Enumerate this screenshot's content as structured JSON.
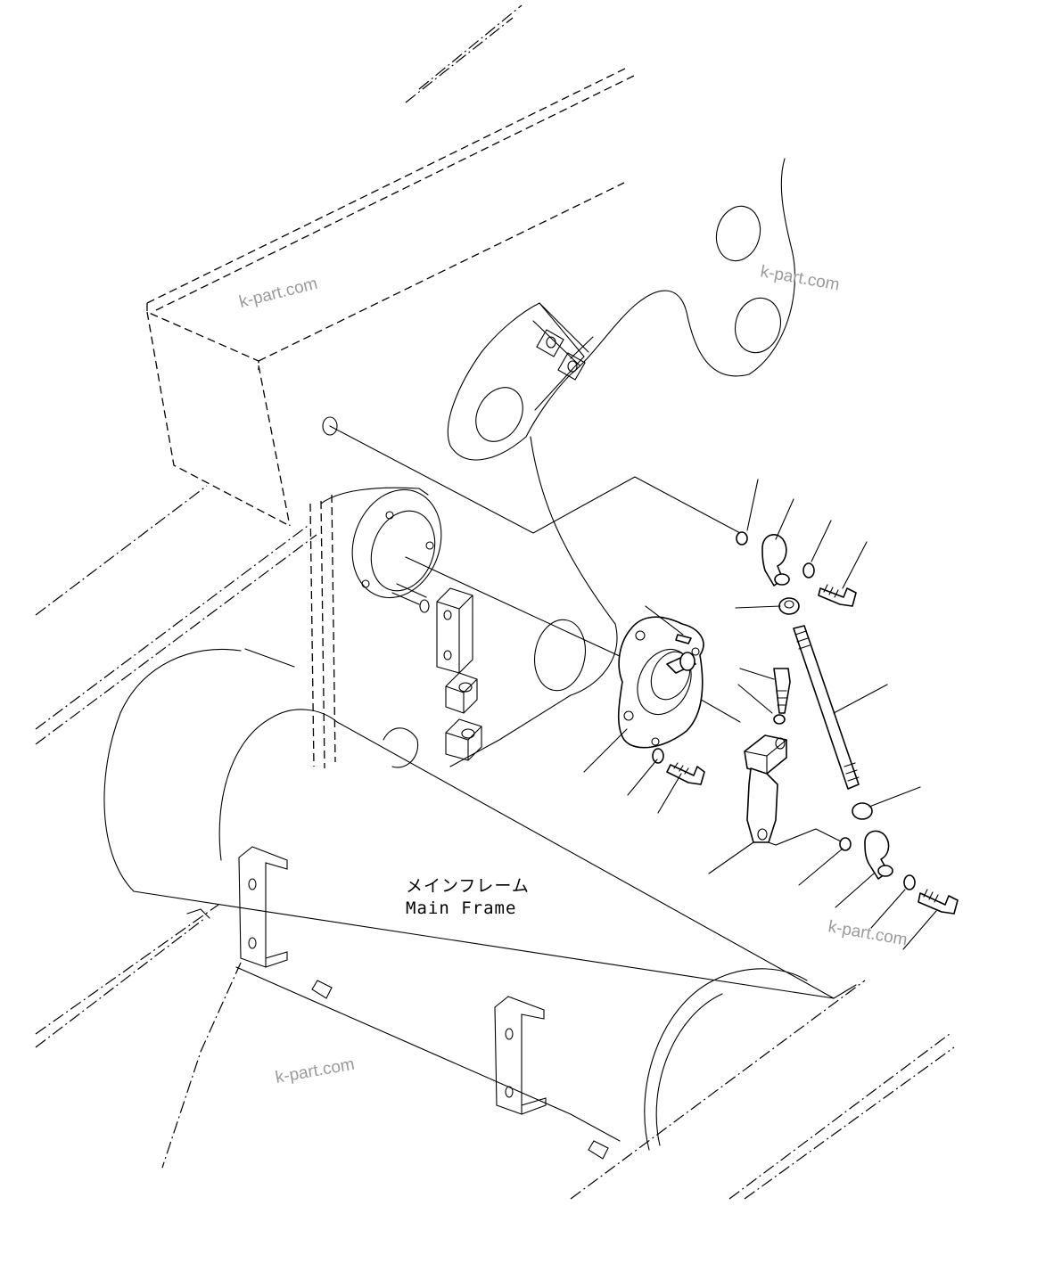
{
  "label": {
    "japanese": "メインフレーム",
    "english": "Main Frame"
  },
  "watermarks": [
    "k-part.com",
    "k-part.com",
    "k-part.com",
    "k-part.com"
  ]
}
